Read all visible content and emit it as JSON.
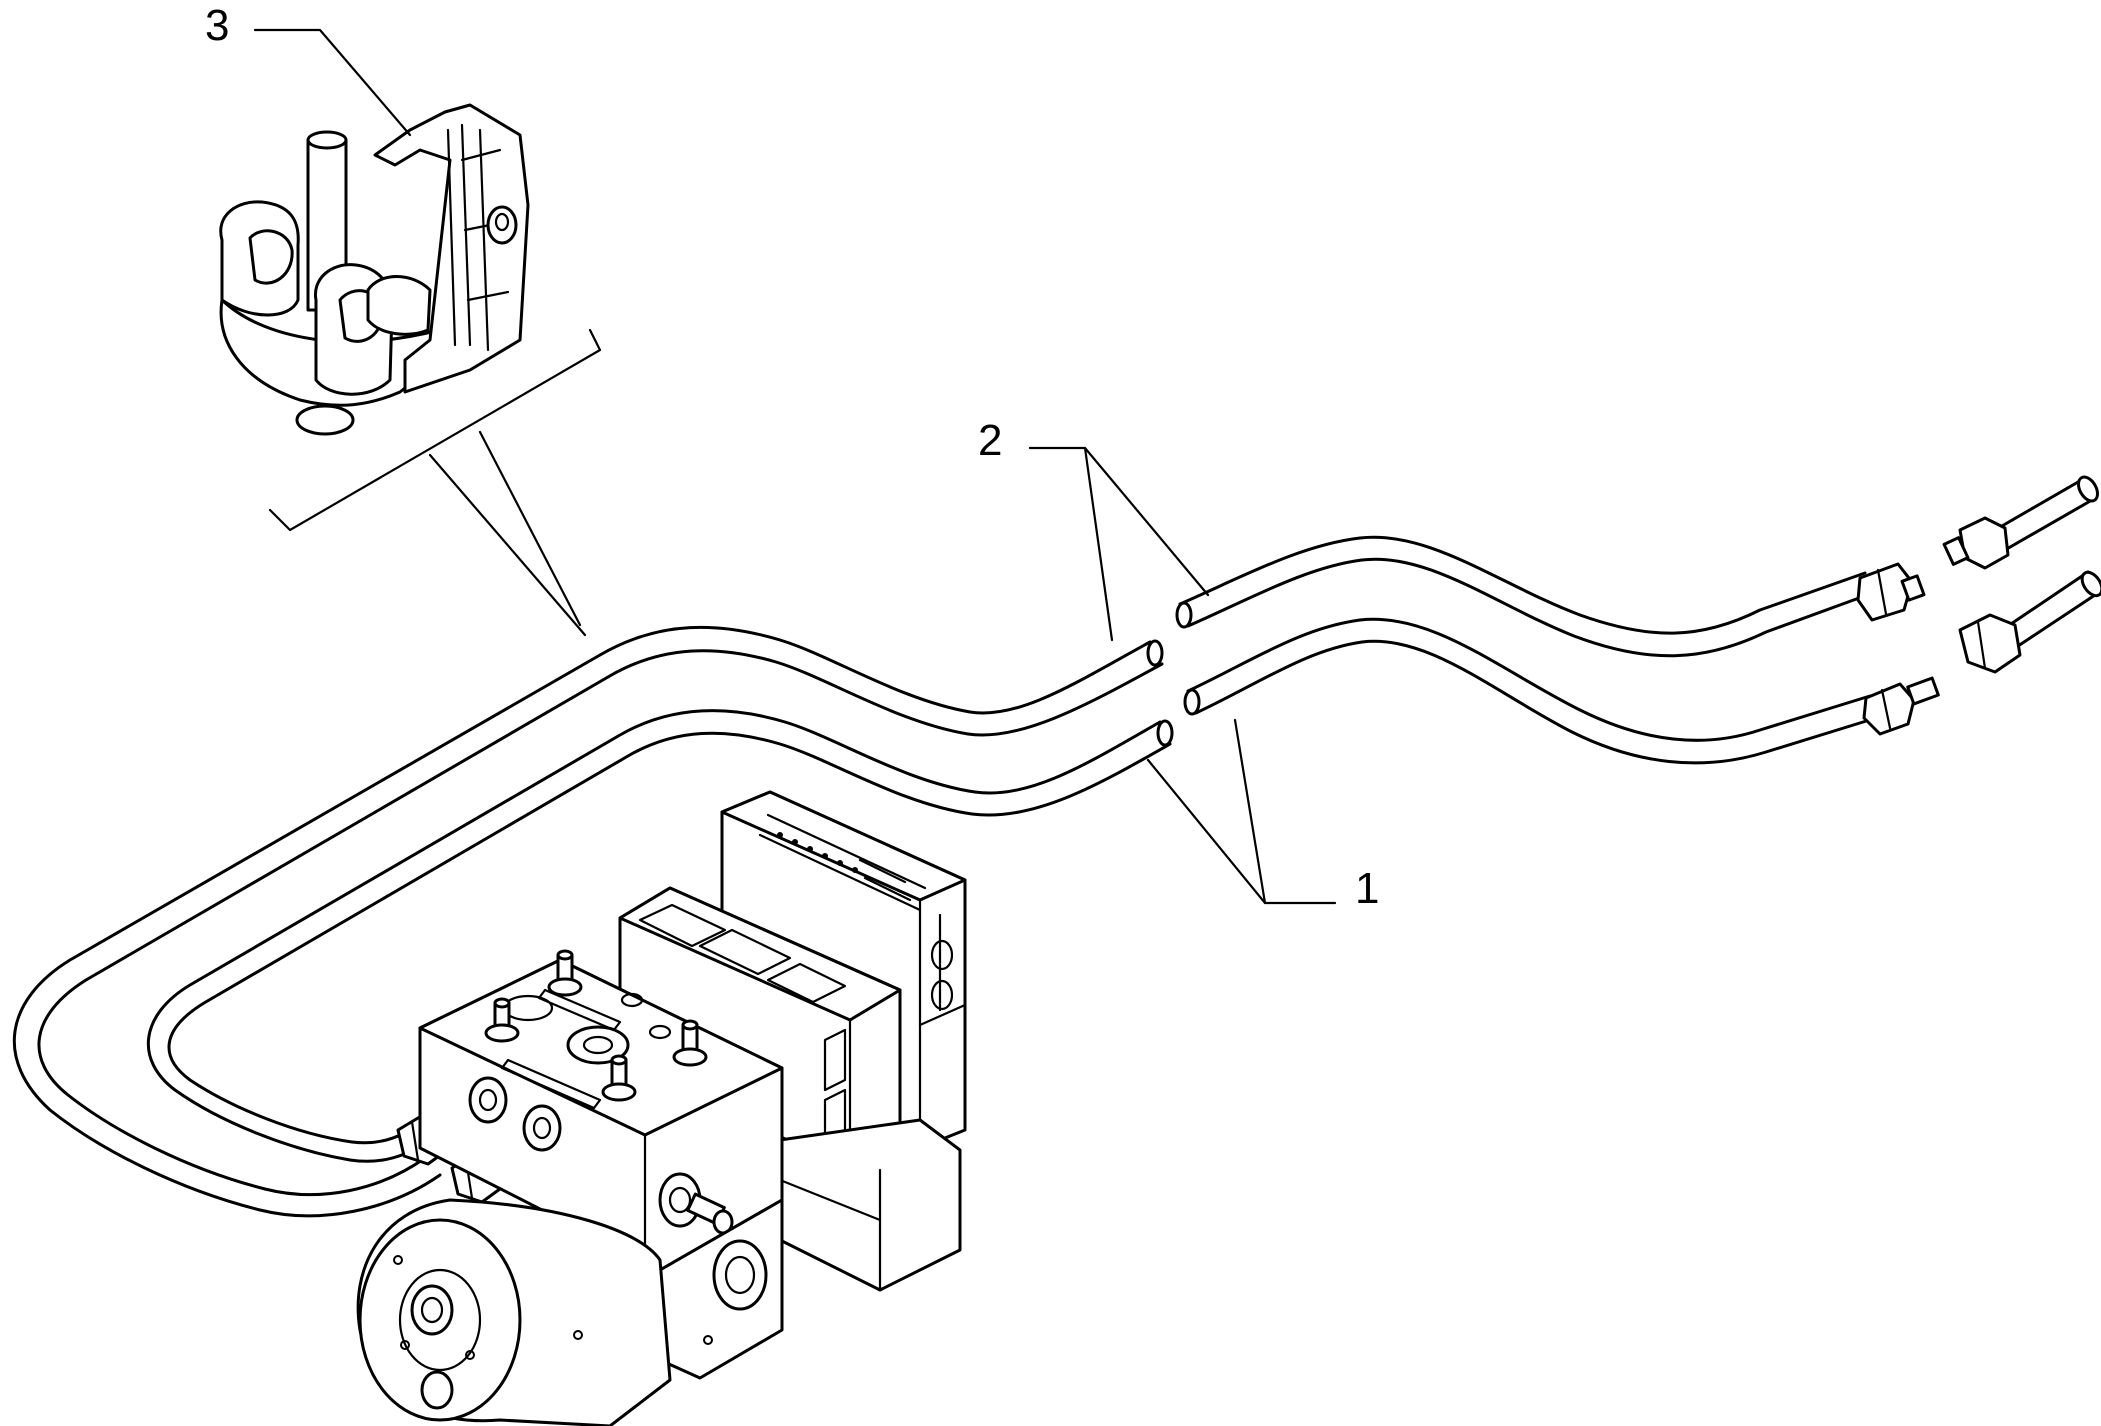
{
  "callouts": [
    {
      "id": "1",
      "label": "1"
    },
    {
      "id": "2",
      "label": "2"
    },
    {
      "id": "3",
      "label": "3"
    }
  ],
  "icons": {
    "hydraulic_unit": "abs-hydraulic-modulator-icon",
    "clip": "pipe-clip-icon",
    "pipes": "brake-pipe-icon"
  },
  "colors": {
    "line": "#000000",
    "background": "#ffffff"
  }
}
